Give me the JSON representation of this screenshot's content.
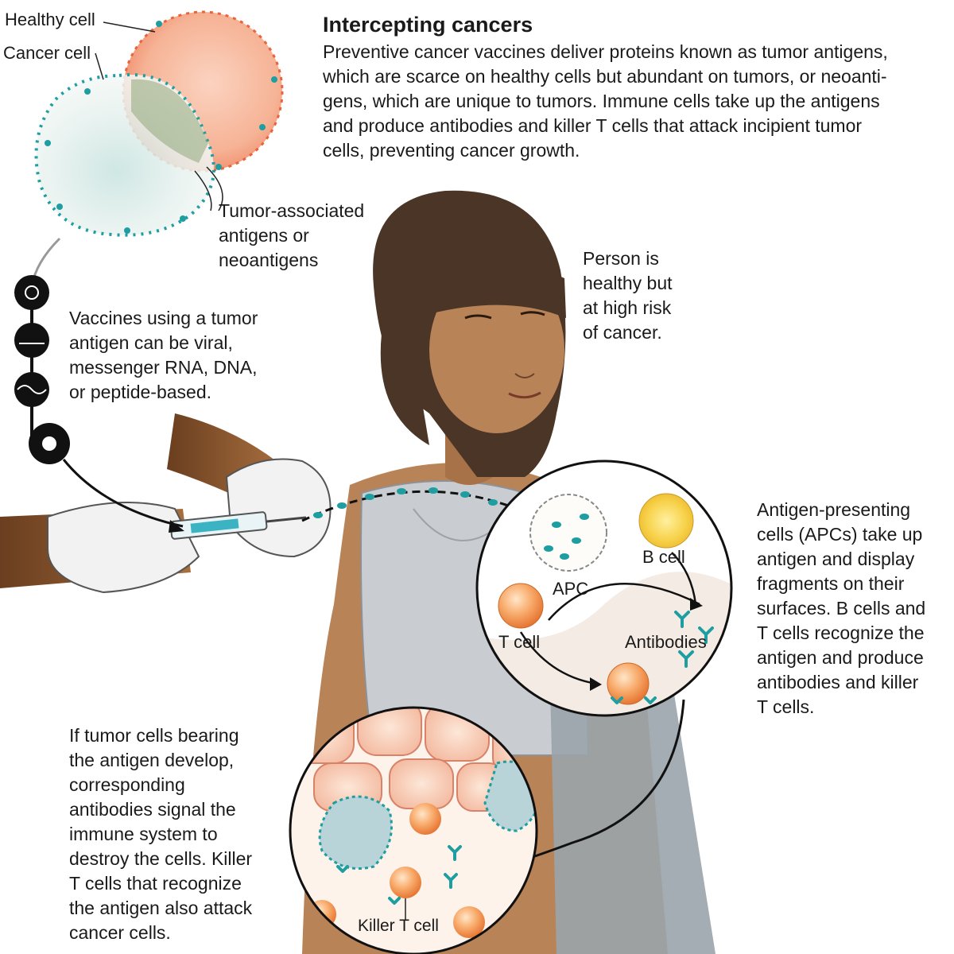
{
  "header": {
    "title": "Intercepting cancers",
    "intro_lines": [
      "Preventive cancer vaccines deliver proteins known as tumor antigens,",
      "which are scarce on healthy cells but abundant on tumors, or neoanti-",
      "gens, which are unique to tumors. Immune cells take up the antigens",
      "and produce antibodies and killer T cells that attack incipient tumor",
      "cells, preventing cancer growth."
    ]
  },
  "labels": {
    "healthy_cell": "Healthy cell",
    "cancer_cell": "Cancer cell",
    "antigens": [
      "Tumor-associated",
      "antigens or",
      "neoantigens"
    ],
    "apc": "APC",
    "b_cell": "B cell",
    "t_cell": "T cell",
    "antibodies": "Antibodies",
    "killer_t_cell": "Killer T cell"
  },
  "captions": {
    "person": [
      "Person is",
      "healthy but",
      "at high risk",
      "of cancer."
    ],
    "vaccines": [
      "Vaccines using a tumor",
      "antigen can be viral,",
      "messenger RNA, DNA,",
      "or peptide-based."
    ],
    "apcs": [
      "Antigen-presenting",
      "cells (APCs) take up",
      "antigen and display",
      "fragments on their",
      "surfaces. B cells and",
      "T cells recognize the",
      "antigen and produce",
      "antibodies and killer",
      "T cells."
    ],
    "tumor": [
      "If tumor cells bearing",
      "the antigen develop,",
      "corresponding",
      "antibodies signal the",
      "immune system to",
      "destroy the cells. Killer",
      "T cells that recognize",
      "the antigen also attack",
      "cancer cells."
    ]
  },
  "vaccine_types": [
    "virus-icon",
    "mrna-icon",
    "dna-icon",
    "peptide-icon"
  ],
  "colors": {
    "antigen_teal": "#1e9ea0",
    "healthy_orange": "#f0886a",
    "t_cell_orange": "#f08a45",
    "b_cell_yellow": "#f5c83a",
    "skin": "#b98358",
    "hair": "#4a3527",
    "outline": "#222222"
  }
}
